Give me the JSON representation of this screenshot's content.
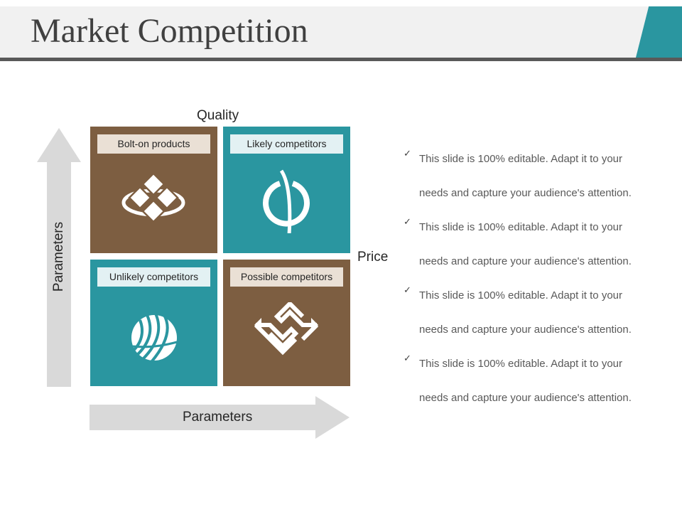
{
  "slide": {
    "title": "Market Competition"
  },
  "colors": {
    "brown": "#7d5e41",
    "teal": "#2a96a0",
    "arrow": "#d9d9d9",
    "header_band": "#f1f1f1",
    "header_rule": "#595959"
  },
  "matrix": {
    "top_axis_label": "Quality",
    "right_axis_label": "Price",
    "y_arrow_label": "Parameters",
    "x_arrow_label": "Parameters",
    "quadrants": [
      {
        "label": "Bolt-on products",
        "icon": "diamond-cluster-icon",
        "color": "brown"
      },
      {
        "label": "Likely competitors",
        "icon": "split-circle-icon",
        "color": "teal"
      },
      {
        "label": "Unlikely competitors",
        "icon": "striped-globe-icon",
        "color": "teal"
      },
      {
        "label": "Possible competitors",
        "icon": "interlock-arrows-icon",
        "color": "brown"
      }
    ]
  },
  "bullets": [
    {
      "line1": "This slide is 100% editable. Adapt it to your",
      "line2": "needs and capture your audience's attention."
    },
    {
      "line1": "This slide is 100% editable. Adapt it to your",
      "line2": "needs and capture your audience's attention."
    },
    {
      "line1": "This slide is 100% editable. Adapt it to your",
      "line2": "needs and capture your audience's attention."
    },
    {
      "line1": "This slide is 100% editable. Adapt it to your",
      "line2": "needs and capture your audience's attention."
    }
  ]
}
